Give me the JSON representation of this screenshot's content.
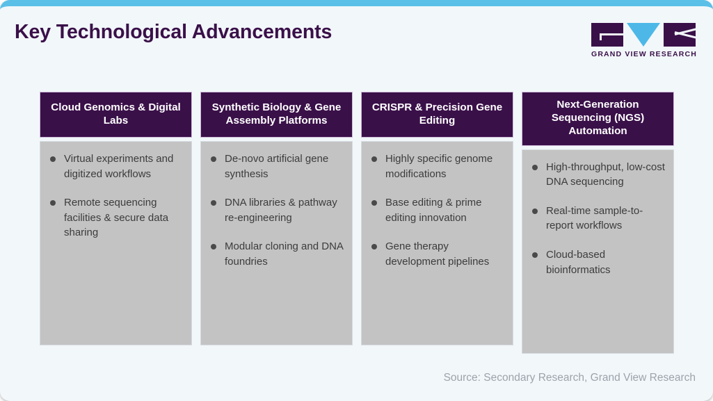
{
  "header": {
    "title": "Key Technological Advancements",
    "logo": {
      "mark_left": "g-block-icon",
      "mark_middle": "v-triangle-icon",
      "mark_right": "r-block-icon",
      "wordmark": "GRAND VIEW RESEARCH"
    }
  },
  "colors": {
    "accent_top_bar": "#5bc0e8",
    "brand_purple": "#3a1049",
    "logo_cyan": "#4db8e8",
    "card_background": "#f2f7fa",
    "body_panel": "#c3c3c3",
    "body_text": "#3c3c3c",
    "source_text": "#9ca3ab",
    "header_border": "#cdb9d8"
  },
  "columns": [
    {
      "title": "Cloud Genomics & Digital Labs",
      "items": [
        "Virtual experiments and digitized workflows",
        "Remote sequencing facilities & secure data sharing"
      ]
    },
    {
      "title": "Synthetic Biology & Gene Assembly Platforms",
      "items": [
        "De-novo artificial gene synthesis",
        "DNA libraries & pathway re-engineering",
        "Modular cloning and DNA foundries"
      ]
    },
    {
      "title": "CRISPR & Precision Gene Editing",
      "items": [
        "Highly specific genome modifications",
        "Base editing & prime editing innovation",
        "Gene therapy development pipelines"
      ]
    },
    {
      "title": "Next-Generation Sequencing (NGS) Automation",
      "items": [
        "High-throughput, low-cost DNA sequencing",
        "Real-time sample-to-report workflows",
        "Cloud-based bioinformatics"
      ]
    }
  ],
  "footer": {
    "source": "Source: Secondary Research, Grand View Research"
  }
}
